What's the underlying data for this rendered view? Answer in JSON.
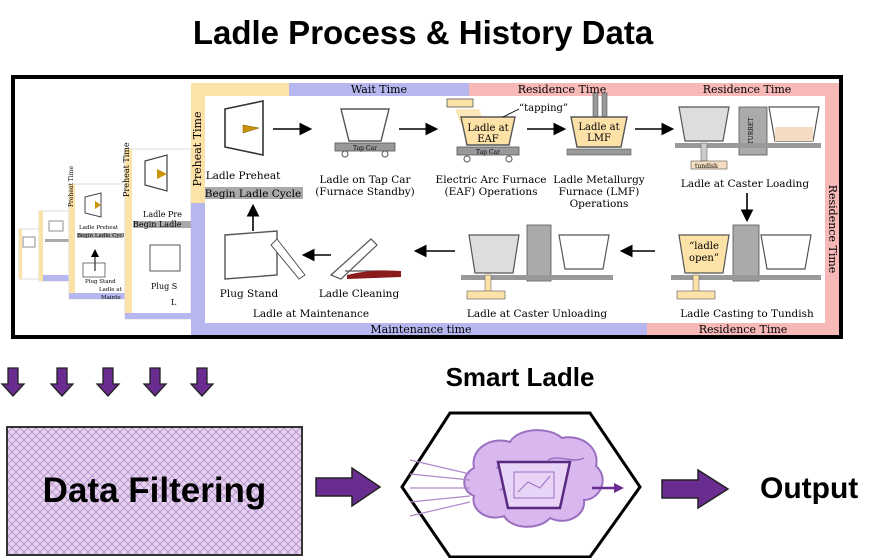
{
  "title": "Ladle Process & History Data",
  "smart_ladle_title": "Smart Ladle",
  "filter_label": "Data Filtering",
  "output_label": "Output",
  "colors": {
    "preheat_band": "#fde2a8",
    "wait_band": "#b7b7f0",
    "residence_band": "#f7b8b8",
    "maintenance_band": "#b7b7f0",
    "arrow_purple": "#6a2c91",
    "brain_fill": "#d9b8ef"
  },
  "bands": {
    "preheat": "Preheat Time",
    "wait": "Wait Time",
    "residence_1": "Residence Time",
    "residence_2": "Residence Time",
    "residence_right": "Residence Time",
    "residence_bottom": "Residence Time",
    "maintenance": "Maintenance time"
  },
  "stages": {
    "preheat": "Ladle Preheat",
    "begin_cycle": "Begin Ladle Cycle",
    "tap_car_l1": "Ladle on Tap Car",
    "tap_car_l2": "(Furnace Standby)",
    "tap_car_plate": "Tap Car",
    "eaf_l1": "Electric Arc Furnace",
    "eaf_l2": "(EAF) Operations",
    "eaf_inner_l1": "Ladle at",
    "eaf_inner_l2": "EAF",
    "eaf_plate": "Tap Car",
    "tapping": "“tapping”",
    "lmf_l1": "Ladle Metallurgy",
    "lmf_l2": "Furnace (LMF)",
    "lmf_l3": "Operations",
    "lmf_inner_l1": "Ladle at",
    "lmf_inner_l2": "LMF",
    "caster_loading": "Ladle at Caster Loading",
    "turret": "TURRET",
    "tundish": "tundish",
    "casting": "Ladle Casting to Tundish",
    "ladle_open_l1": "“ladle",
    "ladle_open_l2": "open”",
    "caster_unloading": "Ladle at Caster Unloading",
    "cleaning": "Ladle Cleaning",
    "plug_stand": "Plug Stand",
    "maintenance": "Ladle at Maintenance"
  },
  "thumbnails": {
    "label_preheat": "Preheat Time",
    "label_ladle_pre": "Ladle Pre",
    "label_begin": "Begin Ladle",
    "label_plug": "Plug S",
    "label_l": "L",
    "label_ladle_preheat_small": "Ladle Preheat",
    "label_begin_small": "Begin Ladle Cycl",
    "label_plug_small": "Plug Stand",
    "label_ladle_at": "Ladle at",
    "label_mainte": "Mainte"
  },
  "icons": [
    "down-arrow-icon",
    "right-arrow-icon",
    "brain-icon",
    "hexagon-icon"
  ]
}
